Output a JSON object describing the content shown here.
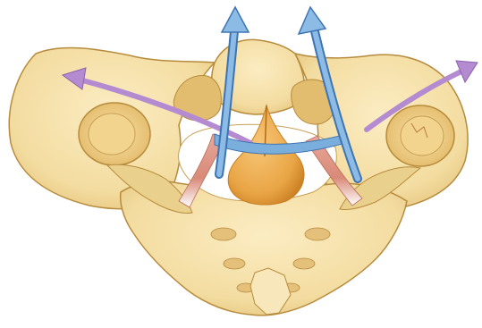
{
  "illustration": {
    "subject": "pelvis-anterior-view",
    "colors": {
      "bone": "#f3dca0",
      "bone_shadow": "#dcb86a",
      "bone_outline": "#b78b3c",
      "organ": "#e9a545",
      "organ_dark": "#c97f22",
      "muscle": "#d98a78",
      "arrow_blue": "#6b9fd4",
      "arrow_blue_outline": "#3f74b2",
      "arrow_purple": "#b48bd0",
      "background": "#ffffff"
    },
    "arrows": [
      {
        "name": "left-vertical-arrow",
        "color": "blue"
      },
      {
        "name": "right-vertical-arrow",
        "color": "blue"
      },
      {
        "name": "left-diagonal-arrow",
        "color": "purple"
      },
      {
        "name": "right-diagonal-arrow",
        "color": "purple"
      },
      {
        "name": "transverse-band",
        "color": "blue"
      }
    ]
  }
}
